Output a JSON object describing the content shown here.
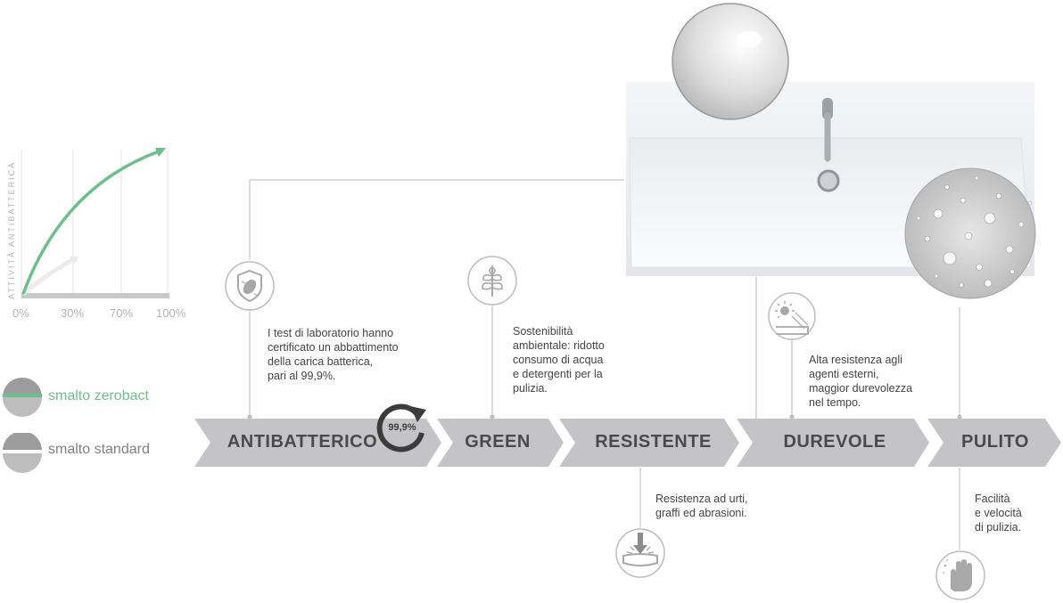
{
  "chart": {
    "ylabel": "ATTIVITÀ ANTIBATTERICA",
    "ticks": [
      "0%",
      "30%",
      "70%",
      "100%"
    ]
  },
  "legend": {
    "zerobact": "smalto zerobact",
    "standard": "smalto standard"
  },
  "steps": [
    {
      "label": "ANTIBATTERICO",
      "desc": "I test di laboratorio hanno\ncertificato un abbattimento\ndella carica batterica,\npari al 99,9%."
    },
    {
      "label": "GREEN",
      "desc": "Sostenibilità\nambientale: ridotto\nconsumo di acqua\ne detergenti per la\npulizia."
    },
    {
      "label": "RESISTENTE",
      "desc": "Resistenza ad urti,\ngraffi ed abrasioni."
    },
    {
      "label": "DUREVOLE",
      "desc": "Alta resistenza agli\nagenti esterni,\nmaggior durevolezza\nnel tempo."
    },
    {
      "label": "PULITO",
      "desc": "Facilità\ne velocità\ndi pulizia."
    }
  ],
  "badge": "99,9%",
  "colors": {
    "green": "#6cc08b",
    "gray": "#bfbfbf",
    "chevron": "#c4c4c6",
    "line": "#c8c8c8"
  },
  "icons": [
    "shield-bacteria-icon",
    "leaf-icon",
    "impact-arrow-icon",
    "sun-icon",
    "hand-wipe-icon",
    "refresh-arrow-icon"
  ]
}
